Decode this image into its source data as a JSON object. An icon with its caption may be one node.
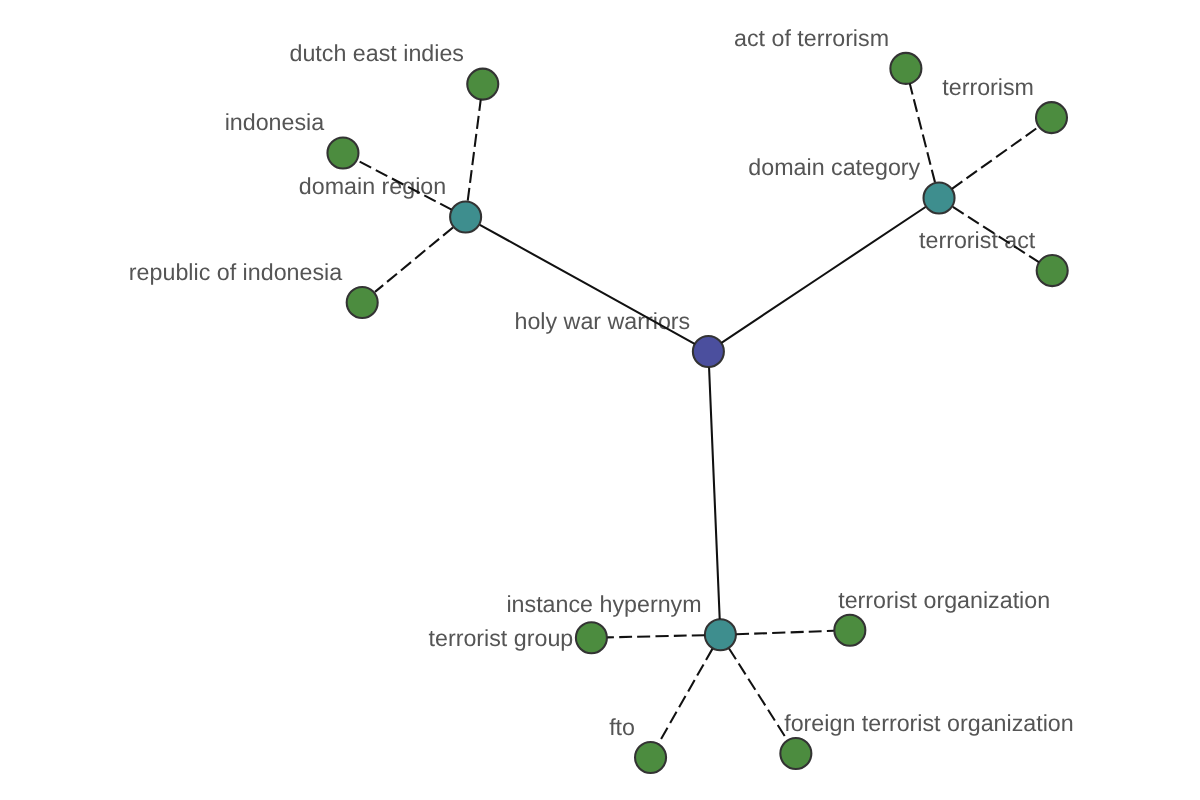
{
  "diagram": {
    "nodes": [
      {
        "text": [
          "holy war warriors"
        ]
      },
      {
        "text": [
          "domain region"
        ]
      },
      {
        "text": [
          "republic of indonesia"
        ]
      },
      {
        "text": [
          "indonesia"
        ]
      },
      {
        "text": [
          "dutch east indies"
        ]
      },
      {
        "text": [
          "instance hypernym"
        ]
      },
      {
        "text": [
          "terrorist group"
        ]
      },
      {
        "text": [
          "terrorist organization"
        ]
      },
      {
        "text": [
          "fto"
        ]
      },
      {
        "text": [
          "foreign terrorist organization"
        ]
      },
      {
        "text": [
          "domain category"
        ]
      },
      {
        "text": [
          "act of terrorism"
        ]
      },
      {
        "text": [
          "terrorist act"
        ]
      },
      {
        "text": [
          "terrorism"
        ]
      }
    ],
    "edges": [
      {
        "from": 0,
        "to": 1,
        "arrow": "none"
      },
      {
        "from": 1,
        "to": 2,
        "arrow": "none",
        "style": "dashed"
      },
      {
        "from": 1,
        "to": 3,
        "arrow": "none",
        "style": "dashed"
      },
      {
        "from": 1,
        "to": 4,
        "arrow": "none",
        "style": "dashed"
      },
      {
        "from": 0,
        "to": 5,
        "arrow": "none"
      },
      {
        "from": 5,
        "to": 6,
        "arrow": "none",
        "style": "dashed"
      },
      {
        "from": 5,
        "to": 7,
        "arrow": "none",
        "style": "dashed"
      },
      {
        "from": 5,
        "to": 8,
        "arrow": "none",
        "style": "dashed"
      },
      {
        "from": 5,
        "to": 9,
        "arrow": "none",
        "style": "dashed"
      },
      {
        "from": 0,
        "to": 10,
        "arrow": "none"
      },
      {
        "from": 10,
        "to": 11,
        "arrow": "none",
        "style": "dashed"
      },
      {
        "from": 10,
        "to": 12,
        "arrow": "none",
        "style": "dashed"
      },
      {
        "from": 10,
        "to": 13,
        "arrow": "none",
        "style": "dashed"
      }
    ]
  }
}
